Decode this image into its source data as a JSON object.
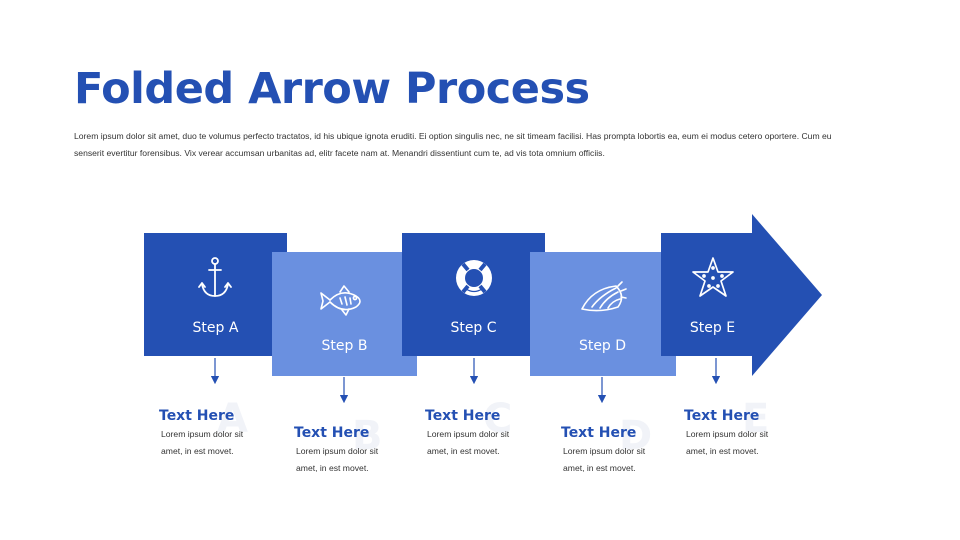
{
  "title": "Folded Arrow Process",
  "intro": "Lorem ipsum dolor sit amet, duo te volumus perfecto tractatos, id his ubique ignota eruditi. Ei option singulis nec, ne sit timeam facilisi. Has prompta lobortis ea, eum ei modus cetero oportere. Cum eu senserit evertitur forensibus. Vix verear accumsan urbanitas ad, elitr facete nam at. Menandri dissentiunt cum te, ad vis tota omnium officiis.",
  "colors": {
    "primary": "#2450b3",
    "secondary": "#6a90e0",
    "fold": "#163477",
    "title": "#2450b3"
  },
  "steps": [
    {
      "label": "Step A",
      "icon": "anchor-icon",
      "letter": "A",
      "heading": "Text Here",
      "text": "Lorem ipsum dolor sit amet, in est movet."
    },
    {
      "label": "Step B",
      "icon": "fish-icon",
      "letter": "B",
      "heading": "Text Here",
      "text": "Lorem ipsum dolor sit amet, in est movet."
    },
    {
      "label": "Step C",
      "icon": "lifebuoy-icon",
      "letter": "C",
      "heading": "Text Here",
      "text": "Lorem ipsum dolor sit amet, in est movet."
    },
    {
      "label": "Step D",
      "icon": "seashell-icon",
      "letter": "D",
      "heading": "Text Here",
      "text": "Lorem ipsum dolor sit amet, in est movet."
    },
    {
      "label": "Step E",
      "icon": "starfish-icon",
      "letter": "E",
      "heading": "Text Here",
      "text": "Lorem ipsum dolor sit amet, in est movet."
    }
  ]
}
